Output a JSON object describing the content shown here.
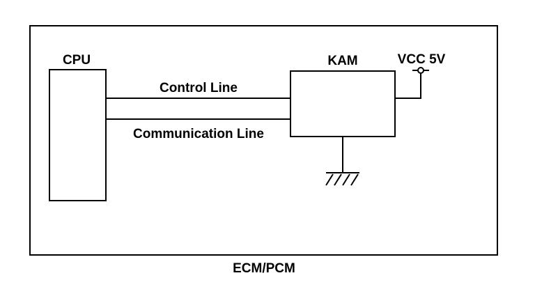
{
  "module": {
    "caption": "ECM/PCM"
  },
  "cpu": {
    "label": "CPU"
  },
  "kam": {
    "label": "KAM"
  },
  "supply": {
    "label": "VCC 5V"
  },
  "lines": {
    "control_label": "Control Line",
    "communication_label": "Communication Line"
  }
}
